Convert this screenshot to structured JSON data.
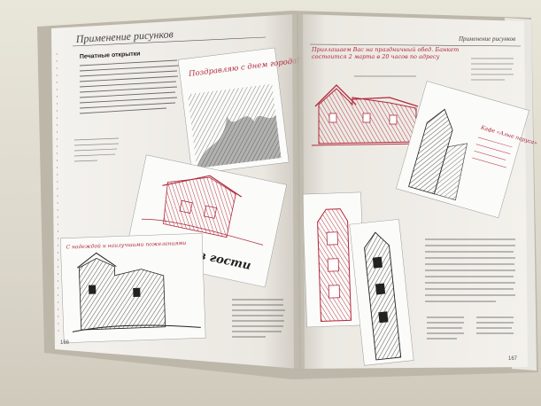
{
  "left_page": {
    "header": "Применение рисунков",
    "title_paragraph": "Печатные открытки",
    "card_top_text": "Поздравляю с днем города!",
    "card_middle_text": "Ждем в гости",
    "card_bottom_text": "С надеждой и наилучшими пожеланиями",
    "page_number": "166"
  },
  "right_page": {
    "header": "Применение рисунков",
    "invite_text": "Приглашаем Вас на праздничный обед. Банкет состоится 2 марта в 20 часов по адресу",
    "card_right_text": "Кафе «Алые паруса»",
    "page_number": "167"
  },
  "colors": {
    "page": "#f4f2ee",
    "ink": "#1b1b1b",
    "accent_red": "#b0283c",
    "gray_text": "#8a8a8a",
    "table": "#dcd8cb"
  }
}
